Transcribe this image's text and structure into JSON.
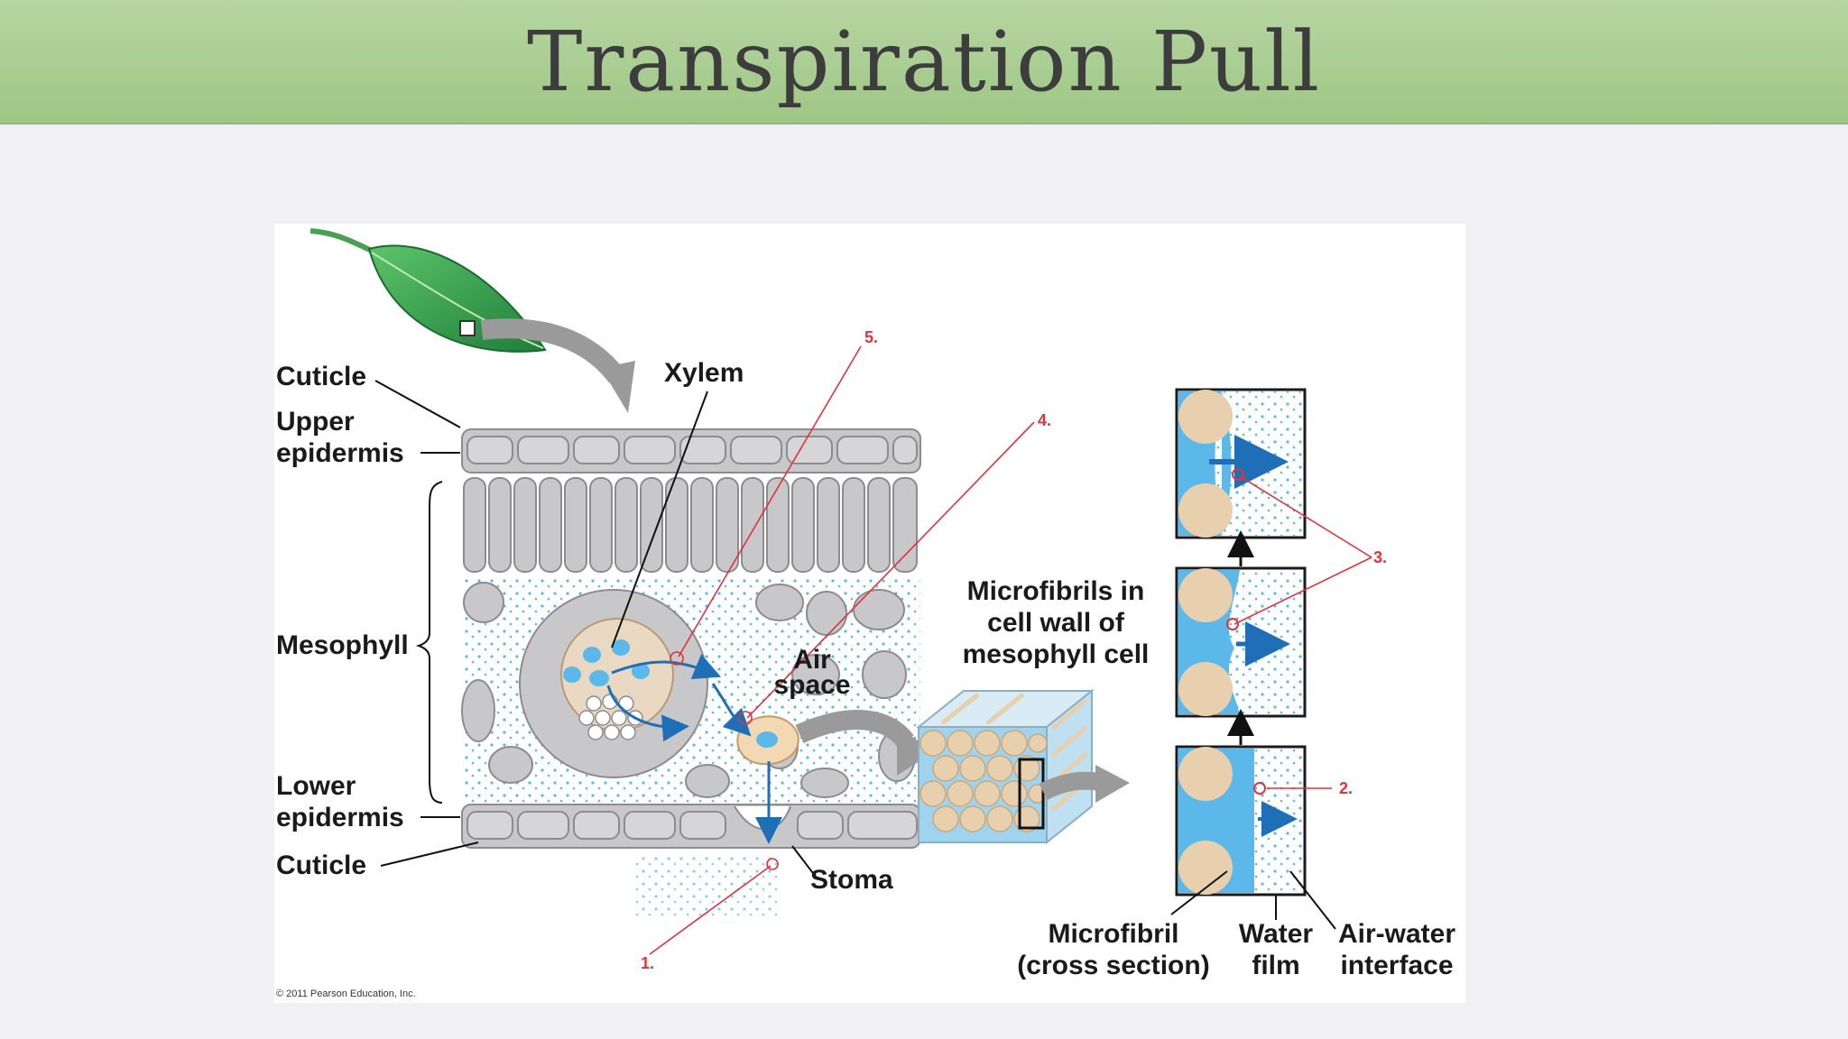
{
  "slide": {
    "title": "Transpiration Pull"
  },
  "labels": {
    "cuticle_top": "Cuticle",
    "upper_epidermis": "Upper epidermis",
    "mesophyll": "Mesophyll",
    "lower_epidermis": "Lower epidermis",
    "cuticle_bottom": "Cuticle",
    "xylem": "Xylem",
    "air_space": "Air space",
    "stoma": "Stoma",
    "microfibrils": "Microfibrils in cell wall of mesophyll cell",
    "microfibril_cross": "Microfibril (cross section)",
    "water_film": "Water film",
    "air_water_interface": "Air-water interface"
  },
  "steps": [
    "1.",
    "2.",
    "3.",
    "4.",
    "5."
  ],
  "copyright": "© 2011 Pearson Education, Inc.",
  "colors": {
    "title_bar": "#a6cb8c",
    "cell_gray": "#c8c8ca",
    "water_blue": "#5bb8e8",
    "arrow_blue": "#1e6fb8",
    "microfibril_tan": "#e8cfae",
    "step_red": "#e2323a",
    "leaf_green": "#2e9a4a"
  }
}
